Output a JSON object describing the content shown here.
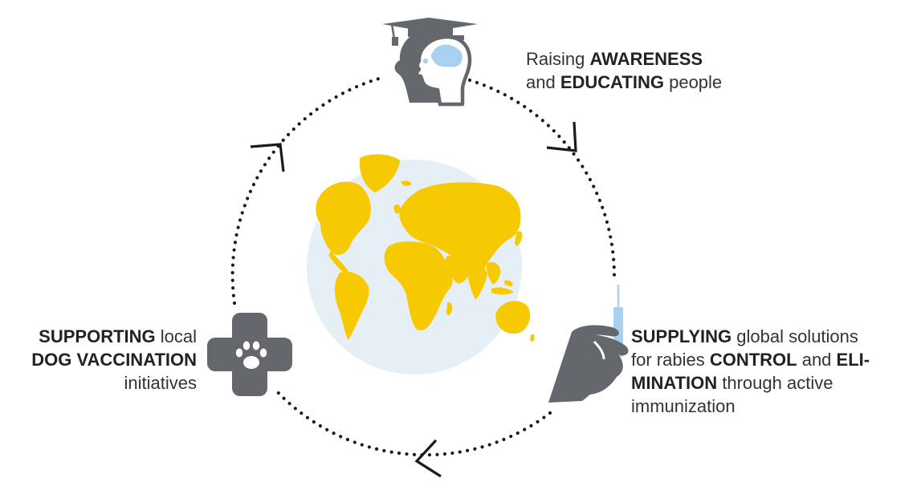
{
  "colors": {
    "dots": "#1a1a1a",
    "icon_gray": "#64676b",
    "globe_ocean": "#e6eff6",
    "land": "#f7c900",
    "brain": "#a9d0ee",
    "text": "#333333"
  },
  "labels": {
    "awareness": {
      "line1_pre": "Raising ",
      "line1_bold": "AWARENESS",
      "line2_pre": "and ",
      "line2_bold": "EDUCATING",
      "line2_post": " people"
    },
    "supplying": {
      "line1_bold": "SUPPLYING",
      "line1_post": " global solutions",
      "line2_pre": "for rabies ",
      "line2_bold1": "CONTROL",
      "line2_mid": " and ",
      "line2_bold2": "ELI-",
      "line3_bold": "MINATION",
      "line3_post": " through active",
      "line4": "immunization"
    },
    "supporting": {
      "line1_bold": "SUPPORTING",
      "line1_post": " local",
      "line2_bold": "DOG VACCINATION",
      "line3": "initiatives"
    }
  },
  "icons": {
    "top": "graduation-head-brain-icon",
    "right": "hand-syringe-icon",
    "left": "paw-cross-icon",
    "center": "world-globe-icon",
    "arrows": "chevron-arrow-icon"
  }
}
